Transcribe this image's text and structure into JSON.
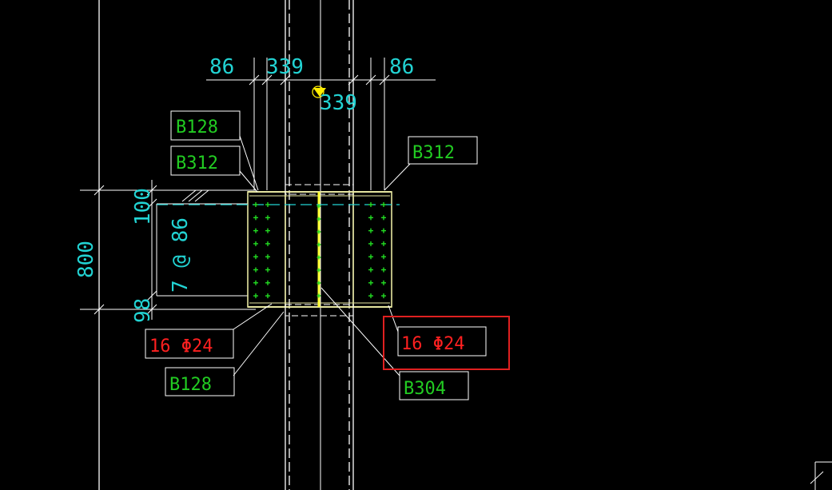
{
  "colors": {
    "background": "#000000",
    "line": "#ffffff",
    "dimension": "#22d3d3",
    "label_green": "#22cc22",
    "label_red": "#ff2020",
    "plate": "#e6e6a0",
    "web": "#ffff33",
    "bolt": "#22dd22",
    "highlight": "#e02020",
    "marker": "#ffee00"
  },
  "dimensions": {
    "top_left_86": "86",
    "top_339": "339",
    "center_339": "339",
    "top_right_86": "86",
    "height_800": "800",
    "edge_100": "100",
    "pitch": "7 @ 86",
    "edge_98": "98"
  },
  "labels": {
    "plate_top_left_a": "B128",
    "plate_top_left_b": "B312",
    "plate_top_right": "B312",
    "bolts_left": "16 Φ24",
    "bolts_right": "16 Φ24",
    "plate_bottom_left": "B128",
    "plate_bottom_right": "B304"
  }
}
